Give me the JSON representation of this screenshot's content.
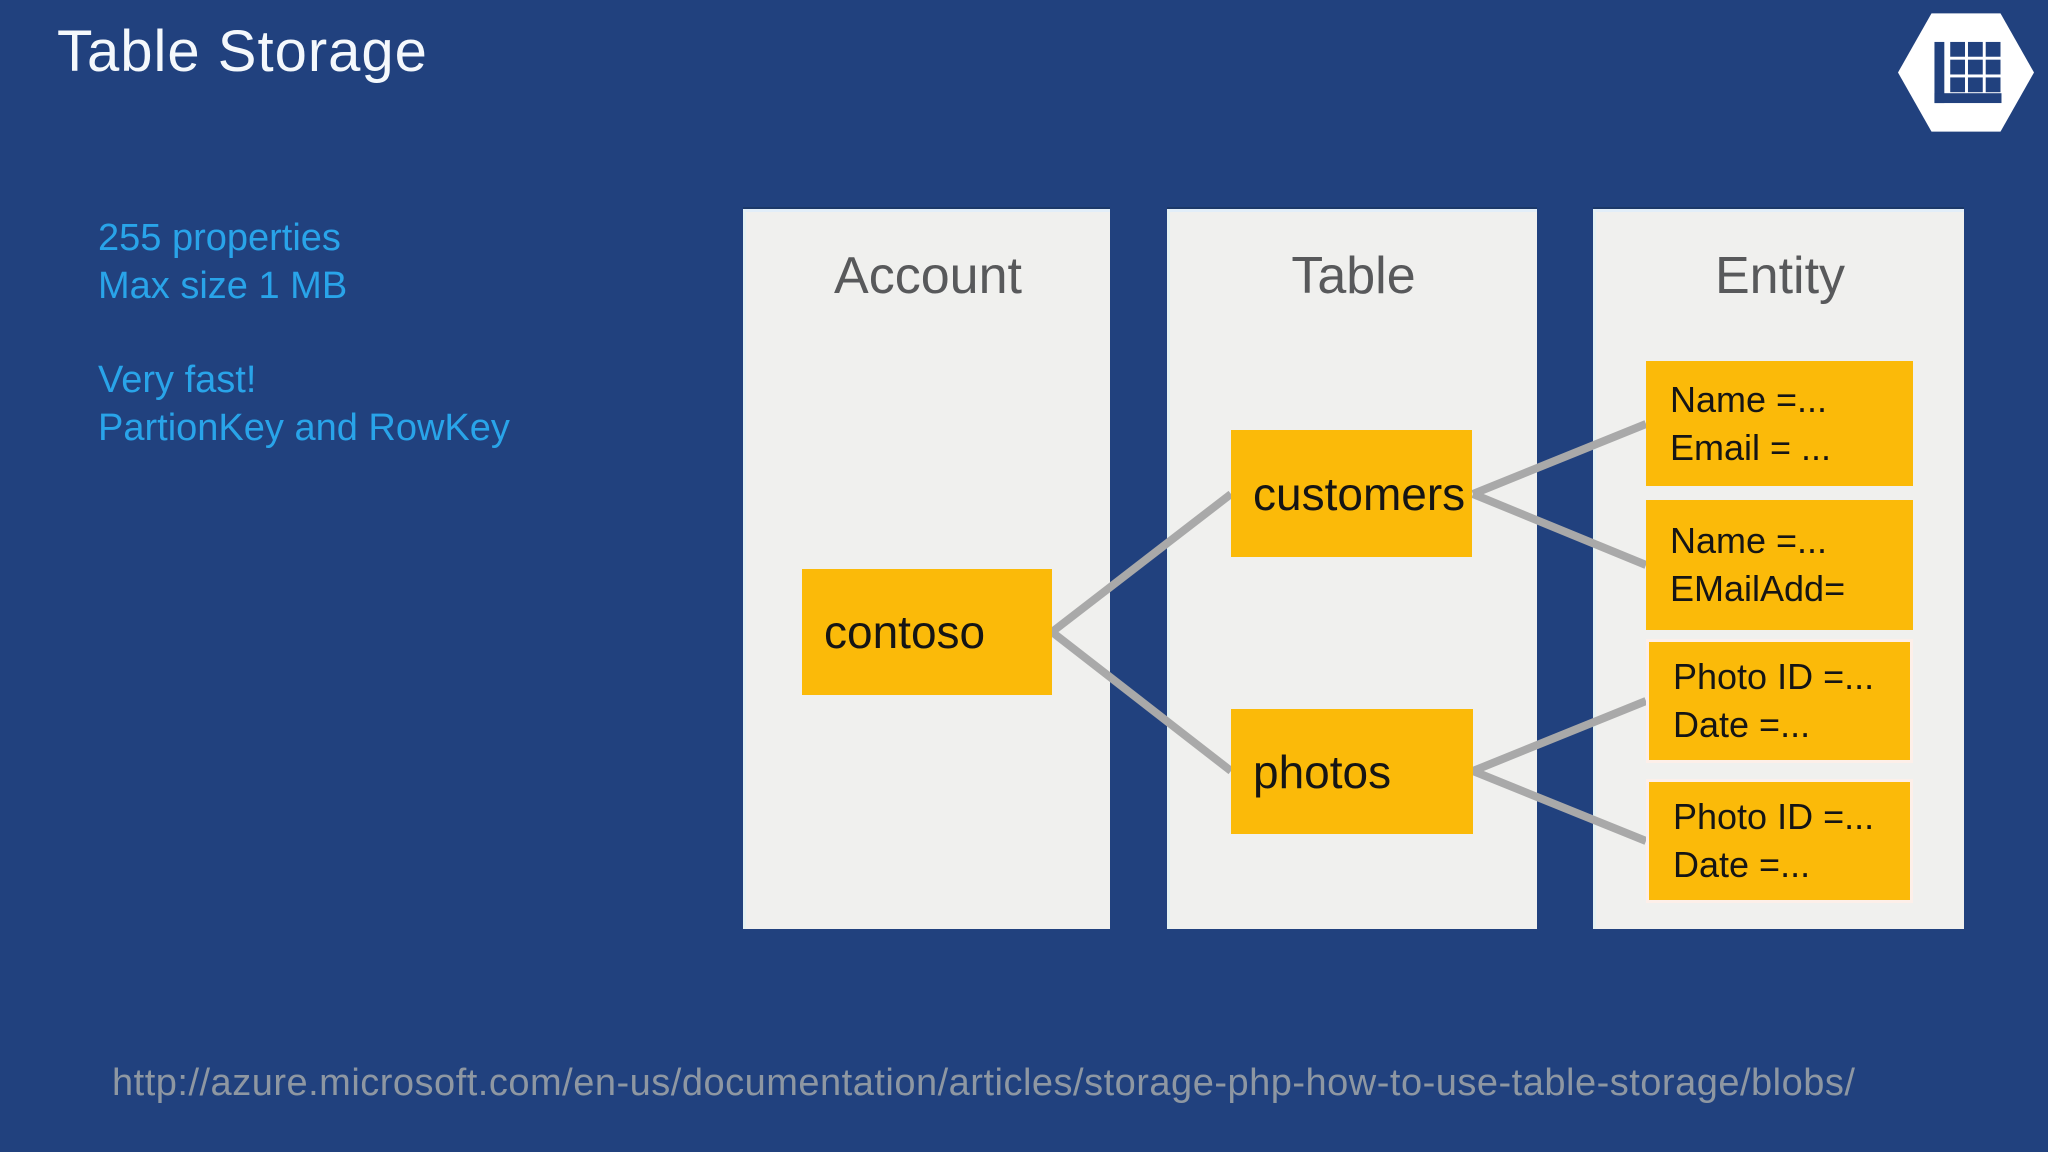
{
  "title": "Table Storage",
  "notes": {
    "para1_line1": "255 properties",
    "para1_line2": "Max size 1 MB",
    "para2_line1": "Very fast!",
    "para2_line2": "PartionKey and RowKey"
  },
  "columns": {
    "account": {
      "header": "Account"
    },
    "table": {
      "header": "Table"
    },
    "entity": {
      "header": "Entity"
    }
  },
  "boxes": {
    "contoso": "contoso",
    "customers": "customers",
    "photos": "photos",
    "entity1": {
      "line1": "Name =...",
      "line2": "Email = ..."
    },
    "entity2": {
      "line1": "Name =...",
      "line2": "EMailAdd="
    },
    "entity3": {
      "line1": "Photo ID =...",
      "line2": "Date =..."
    },
    "entity4": {
      "line1": "Photo ID =...",
      "line2": "Date =..."
    }
  },
  "footer": {
    "url": "http://azure.microsoft.com/en-us/documentation/articles/storage-php-how-to-use-table-storage/blobs/"
  },
  "icon": {
    "name": "azure-table-storage-hexagon"
  },
  "colors": {
    "background": "#21417E",
    "accent_orange": "#FBBA09",
    "panel_gray": "#F0F0EE",
    "connector_gray": "#A9A9A9",
    "note_blue": "#29A4E9",
    "header_gray": "#58595B",
    "url_gray": "#8E97A2"
  }
}
